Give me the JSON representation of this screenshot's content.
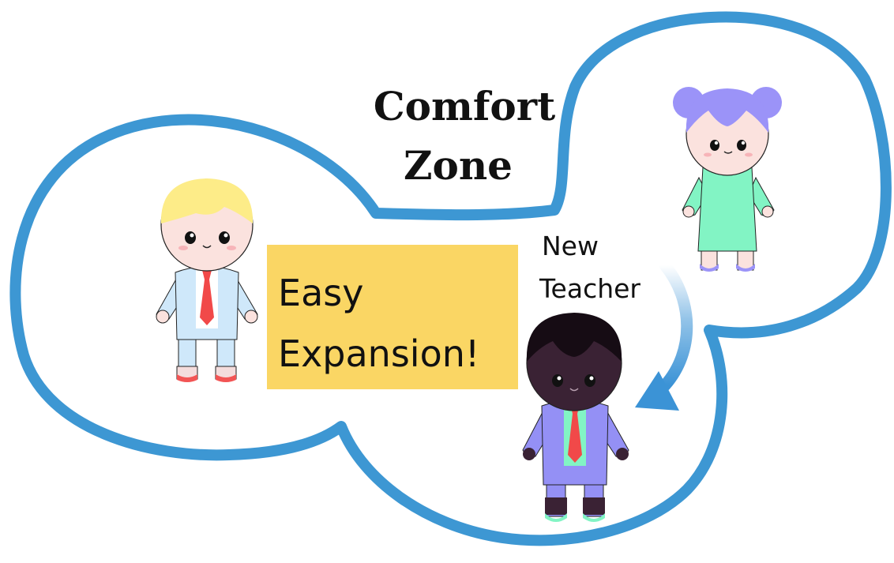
{
  "title": {
    "line1": "Comfort",
    "line2": "Zone"
  },
  "callout": {
    "line1": "Easy",
    "line2": "Expansion!"
  },
  "new_member_label": {
    "line1": "New",
    "line2": "Teacher"
  },
  "colors": {
    "zone_outline": "#3d97d3",
    "callout_fill": "#fad664",
    "arrow": "#3b93d6",
    "skin_light": "#fbe2de",
    "skin_dark": "#3a2234",
    "hair_blonde": "#fdec88",
    "hair_lavender": "#9b93f8",
    "suit_light_blue": "#cfe8fa",
    "suit_purple": "#9490f5",
    "dress_mint": "#82f4c4",
    "tie_red": "#f14949"
  },
  "figures": [
    {
      "icon": "blonde-boy-in-suit-icon"
    },
    {
      "icon": "lavender-hair-girl-in-dress-icon"
    },
    {
      "icon": "dark-skinned-teacher-in-suit-icon"
    }
  ],
  "arrow_icon": "curved-arrow-icon"
}
